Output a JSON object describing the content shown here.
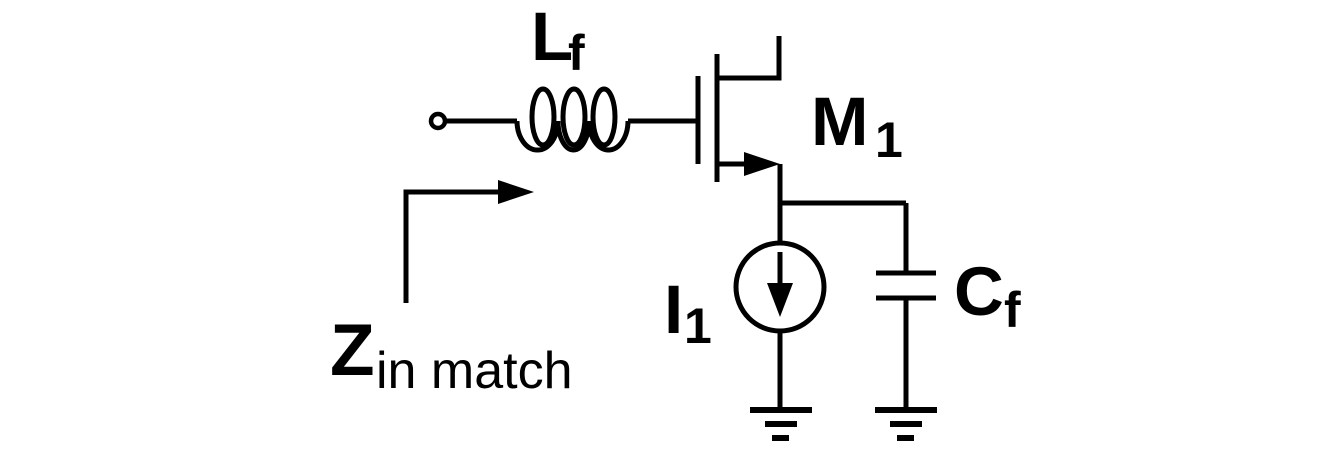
{
  "figure_type": "circuit-schematic",
  "colors": {
    "background": "#ffffff",
    "ink": "#000000"
  },
  "schematic": {
    "inductor_label": {
      "main": "L",
      "sub": "f"
    },
    "transistor_label": {
      "main": "M",
      "sub": "1"
    },
    "current_source_label": {
      "main": "I",
      "sub": "1"
    },
    "capacitor_label": {
      "main": "C",
      "sub": "f"
    },
    "impedance_label": {
      "main": "Z",
      "sub": "in match"
    }
  }
}
